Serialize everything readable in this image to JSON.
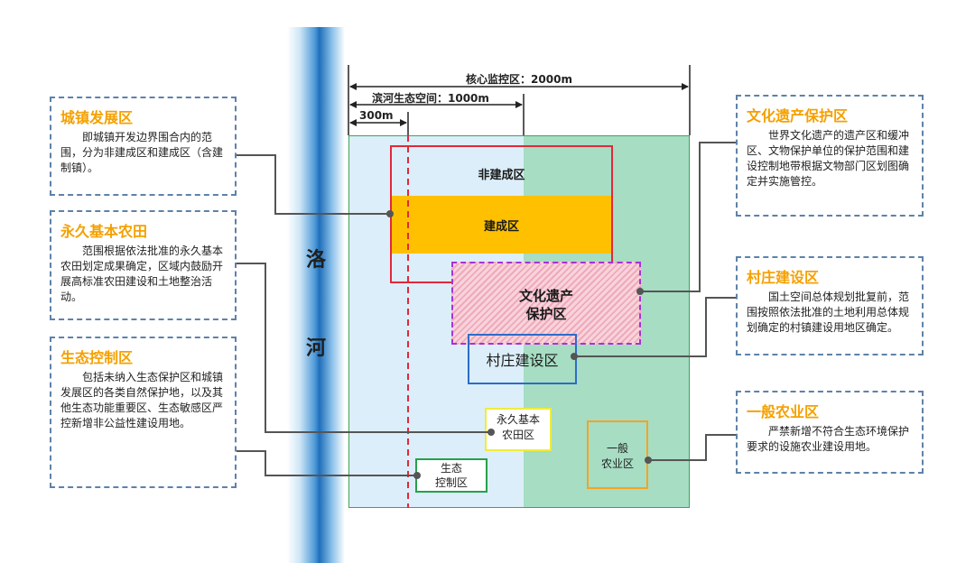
{
  "river": {
    "chars": [
      "洛",
      "河"
    ]
  },
  "dimensions": {
    "core": "核心监控区：2000m",
    "riverside": "滨河生态空间：1000m",
    "d300": "300m"
  },
  "zones": {
    "unbuilt": "非建成区",
    "built": "建成区",
    "heritage": "文化遗产\n保护区",
    "village": "村庄建设区",
    "farmland": "永久基本\n农田区",
    "ecoctrl": "生态\n控制区",
    "genagri": "一般\n农业区"
  },
  "callouts": {
    "urban": {
      "title": "城镇发展区",
      "body": "即城镇开发边界围合内的范围，分为非建成区和建成区（含建制镇）。"
    },
    "farmland": {
      "title": "永久基本农田",
      "body": "范围根据依法批准的永久基本农田划定成果确定，区域内鼓励开展高标准农田建设和土地整治活动。"
    },
    "eco": {
      "title": "生态控制区",
      "body": "包括未纳入生态保护区和城镇发展区的各类自然保护地，以及其他生态功能重要区、生态敏感区严控新增非公益性建设用地。"
    },
    "heritage": {
      "title": "文化遗产保护区",
      "body": "世界文化遗产的遗产区和缓冲区、文物保护单位的保护范围和建设控制地带根据文物部门区划图确定并实施管控。"
    },
    "village": {
      "title": "村庄建设区",
      "body": "国土空间总体规划批复前，范围按照依法批准的土地利用总体规划确定的村镇建设用地区确定。"
    },
    "agri": {
      "title": "一般农业区",
      "body": "严禁新增不符合生态环境保护要求的设施农业建设用地。"
    }
  },
  "colors": {
    "title_orange": "#f5a000",
    "callout_border": "#5e82a8",
    "unbuilt_border": "#e2283b",
    "built_fill": "#ffc000",
    "heritage_border": "#a632d6",
    "village_border": "#2d6cc8",
    "farmland_border": "#f0ec3a",
    "ecoctrl_border": "#26a04c",
    "genagri_border": "#f5a324"
  }
}
